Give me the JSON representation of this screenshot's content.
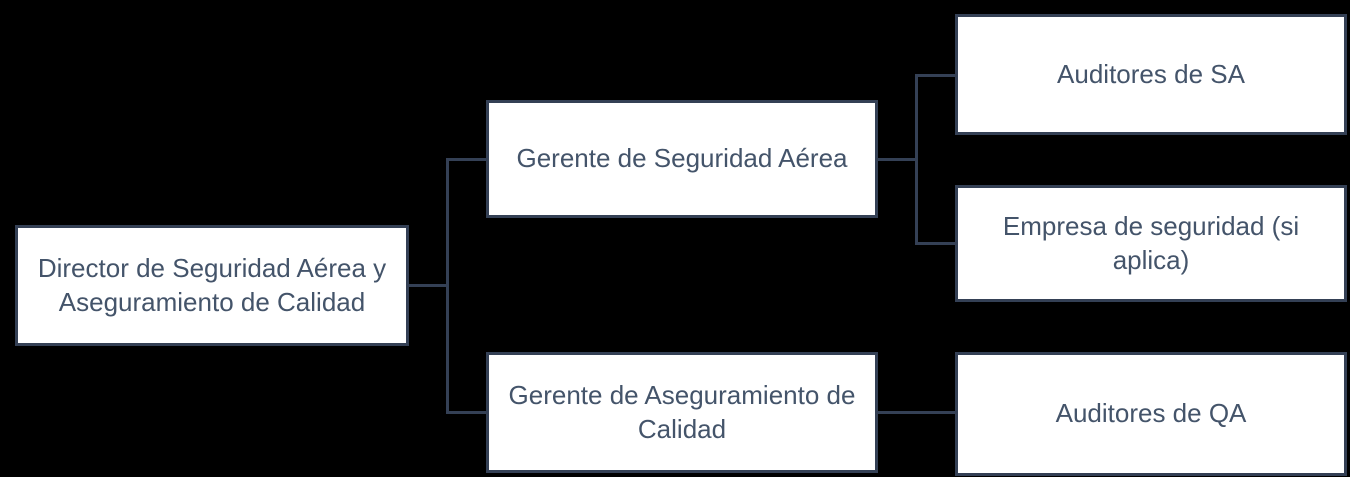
{
  "diagram": {
    "type": "org-chart",
    "background_color": "#000000",
    "box_fill_color": "#ffffff",
    "box_border_color": "#344055",
    "text_color": "#44546a",
    "connector_color": "#344055",
    "nodes": [
      {
        "id": "director",
        "label": "Director de Seguridad Aérea y Aseguramiento de Calidad"
      },
      {
        "id": "gerente-sa",
        "label": "Gerente de Seguridad Aérea"
      },
      {
        "id": "gerente-qa",
        "label": "Gerente de Aseguramiento de Calidad"
      },
      {
        "id": "auditores-sa",
        "label": "Auditores de SA"
      },
      {
        "id": "empresa-seguridad",
        "label": "Empresa de seguridad (si aplica)"
      },
      {
        "id": "auditores-qa",
        "label": "Auditores de QA"
      }
    ],
    "edges": [
      {
        "from": "director",
        "to": "gerente-sa"
      },
      {
        "from": "director",
        "to": "gerente-qa"
      },
      {
        "from": "gerente-sa",
        "to": "auditores-sa"
      },
      {
        "from": "gerente-sa",
        "to": "empresa-seguridad"
      },
      {
        "from": "gerente-qa",
        "to": "auditores-qa"
      }
    ]
  }
}
